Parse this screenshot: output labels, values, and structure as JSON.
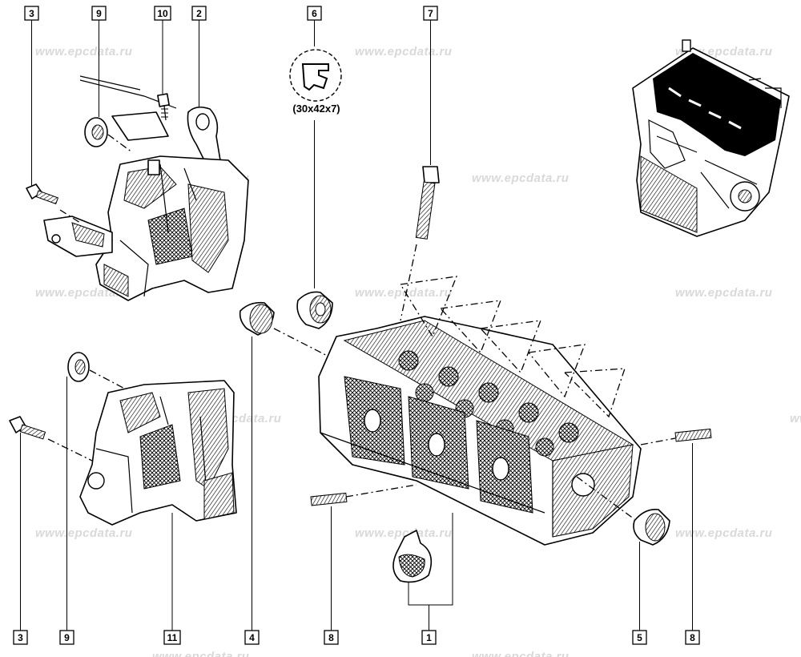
{
  "watermark": "www.epcdata.ru",
  "seal_spec": "(30x42x7)",
  "callouts": {
    "c3_top": "3",
    "c9_top": "9",
    "c10": "10",
    "c2": "2",
    "c6": "6",
    "c7": "7",
    "c3_bottom": "3",
    "c9_bottom": "9",
    "c11": "11",
    "c4": "4",
    "c8_left": "8",
    "c1": "1",
    "c5": "5",
    "c8_right": "8"
  }
}
